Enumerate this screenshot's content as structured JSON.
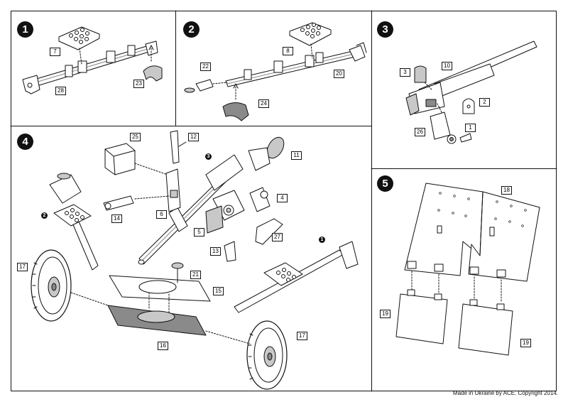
{
  "copyright": "Made in Ukraine by ACE. Copyright 2014.",
  "panels": {
    "p1": {
      "step": "1",
      "parts": [
        "7",
        "28",
        "23"
      ]
    },
    "p2": {
      "step": "2",
      "parts": [
        "22",
        "8",
        "20",
        "24"
      ]
    },
    "p3": {
      "step": "3",
      "parts": [
        "3",
        "10",
        "2",
        "26",
        "1"
      ]
    },
    "p4": {
      "step": "4",
      "parts": [
        "25",
        "12",
        "11",
        "3",
        "4",
        "6",
        "14",
        "5",
        "27",
        "13",
        "17",
        "21",
        "15",
        "16",
        "17"
      ],
      "markers": [
        "2",
        "3",
        "1"
      ]
    },
    "p5": {
      "step": "5",
      "parts": [
        "18",
        "19",
        "19"
      ]
    }
  },
  "colors": {
    "line": "#111111",
    "part_fill": "#ffffff",
    "shade": "#c8c8c8",
    "dark": "#8a8a8a"
  }
}
